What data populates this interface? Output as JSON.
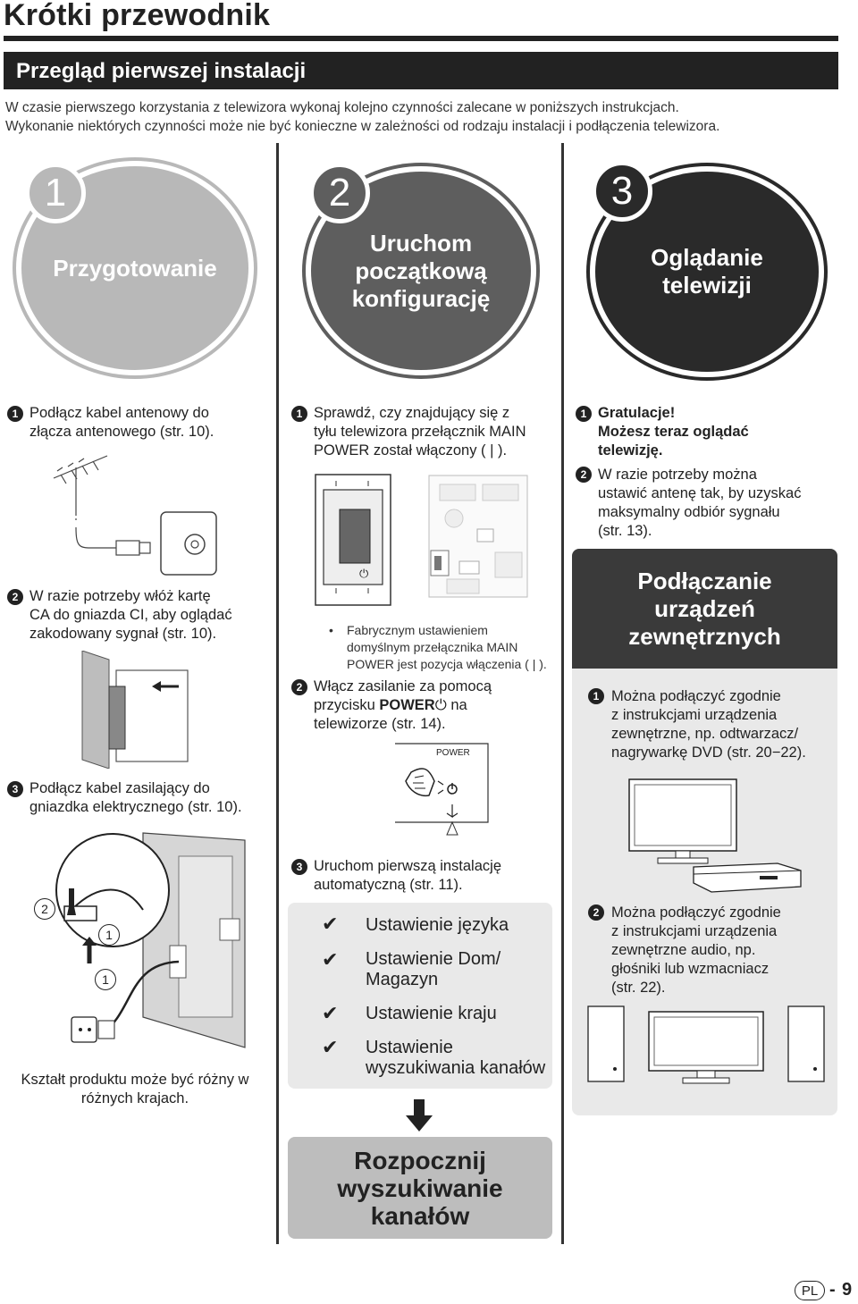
{
  "header": {
    "title": "Krótki przewodnik",
    "banner": "Przegląd pierwszej instalacji",
    "intro1": "W czasie pierwszego korzystania z telewizora wykonaj kolejno czynności zalecane w poniższych instrukcjach.",
    "intro2": "Wykonanie niektórych czynności może nie być konieczne w zależności od rodzaju instalacji i podłączenia telewizora."
  },
  "steps": [
    {
      "num": "1",
      "label": "Przygotowanie",
      "color": "#b8b8b8"
    },
    {
      "num": "2",
      "label_lines": [
        "Uruchom",
        "początkową",
        "konfigurację"
      ],
      "color": "#5e5e5e"
    },
    {
      "num": "3",
      "label_lines": [
        "Oglądanie",
        "telewizji"
      ],
      "color": "#2a2a2a"
    }
  ],
  "col1": {
    "item1_bullet": "1",
    "item1_lines": [
      "Podłącz kabel antenowy do",
      "złącza antenowego (str. 10)."
    ],
    "item2_bullet": "2",
    "item2_lines": [
      "W razie potrzeby włóż kartę",
      "CA do gniazda CI, aby oglądać",
      "zakodowany sygnał (str. 10)."
    ],
    "item3_bullet": "3",
    "item3_lines": [
      "Podłącz kabel zasilający do",
      "gniazdka elektrycznego (str. 10)."
    ],
    "callout_a": "2",
    "callout_b": "1",
    "callout_c": "1",
    "footnote_lines": [
      "Kształt produktu może być różny w",
      "różnych krajach."
    ]
  },
  "col2": {
    "item1_bullet": "1",
    "item1_lines": [
      "Sprawdź, czy znajdujący się z",
      "tyłu telewizora przełącznik MAIN",
      "POWER został włączony ( | )."
    ],
    "switch_symbol": "⏻",
    "note_lines": [
      "Fabrycznym ustawieniem",
      "domyślnym przełącznika MAIN",
      "POWER jest pozycja włączenia ( | )."
    ],
    "item2_bullet": "2",
    "item2_lines": [
      "Włącz zasilanie za pomocą",
      "na",
      "telewizorze (str. 14)."
    ],
    "item2_prefix": "przycisku",
    "item2_power": "POWER",
    "power_label": "POWER",
    "item3_bullet": "3",
    "item3_lines": [
      "Uruchom pierwszą instalację",
      "automatyczną (str. 11)."
    ],
    "checklist": [
      {
        "mark": "✔",
        "lines": [
          "Ustawienie języka"
        ]
      },
      {
        "mark": "✔",
        "lines": [
          "Ustawienie Dom/",
          "Magazyn"
        ]
      },
      {
        "mark": "✔",
        "lines": [
          "Ustawienie kraju"
        ]
      },
      {
        "mark": "✔",
        "lines": [
          "Ustawienie",
          "wyszukiwania kanałów"
        ]
      }
    ],
    "final_lines": [
      "Rozpocznij",
      "wyszukiwanie",
      "kanałów"
    ]
  },
  "col3": {
    "item1_bullet": "1",
    "item1_lines": [
      "Gratulacje!",
      "Możesz teraz oglądać",
      "telewizję."
    ],
    "item2_bullet": "2",
    "item2_lines": [
      "W razie potrzeby można",
      "ustawić antenę tak, by uzyskać",
      "maksymalny odbiór sygnału",
      "(str. 13)."
    ],
    "panel_title_lines": [
      "Podłączanie",
      "urządzeń",
      "zewnętrznych"
    ],
    "panel_item1_bullet": "1",
    "panel_item1_lines": [
      "Można podłączyć zgodnie",
      "z instrukcjami urządzenia",
      "zewnętrzne, np. odtwarzacz/",
      "nagrywarkę DVD (str. 20−22)."
    ],
    "panel_item2_bullet": "2",
    "panel_item2_lines": [
      "Można podłączyć zgodnie",
      "z instrukcjami urządzenia",
      "zewnętrzne audio, np.",
      "głośniki lub wzmacniacz",
      "(str. 22)."
    ]
  },
  "footer": {
    "lang": "PL",
    "sep": "-",
    "page": "9"
  }
}
